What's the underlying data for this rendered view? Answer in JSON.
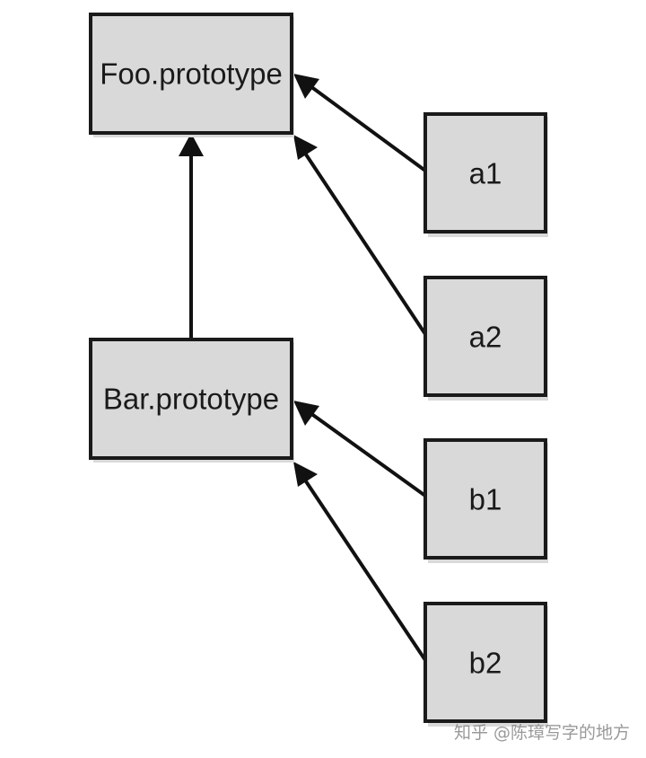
{
  "nodes": {
    "foo_prototype": "Foo.prototype",
    "bar_prototype": "Bar.prototype",
    "a1": "a1",
    "a2": "a2",
    "b1": "b1",
    "b2": "b2"
  },
  "edges": [
    {
      "from": "bar_prototype",
      "to": "foo_prototype"
    },
    {
      "from": "a1",
      "to": "foo_prototype"
    },
    {
      "from": "a2",
      "to": "foo_prototype"
    },
    {
      "from": "b1",
      "to": "bar_prototype"
    },
    {
      "from": "b2",
      "to": "bar_prototype"
    }
  ],
  "watermark": "知乎 @陈璋写字的地方",
  "colors": {
    "box_fill": "#d9d9d9",
    "stroke": "#1a1a1a"
  }
}
